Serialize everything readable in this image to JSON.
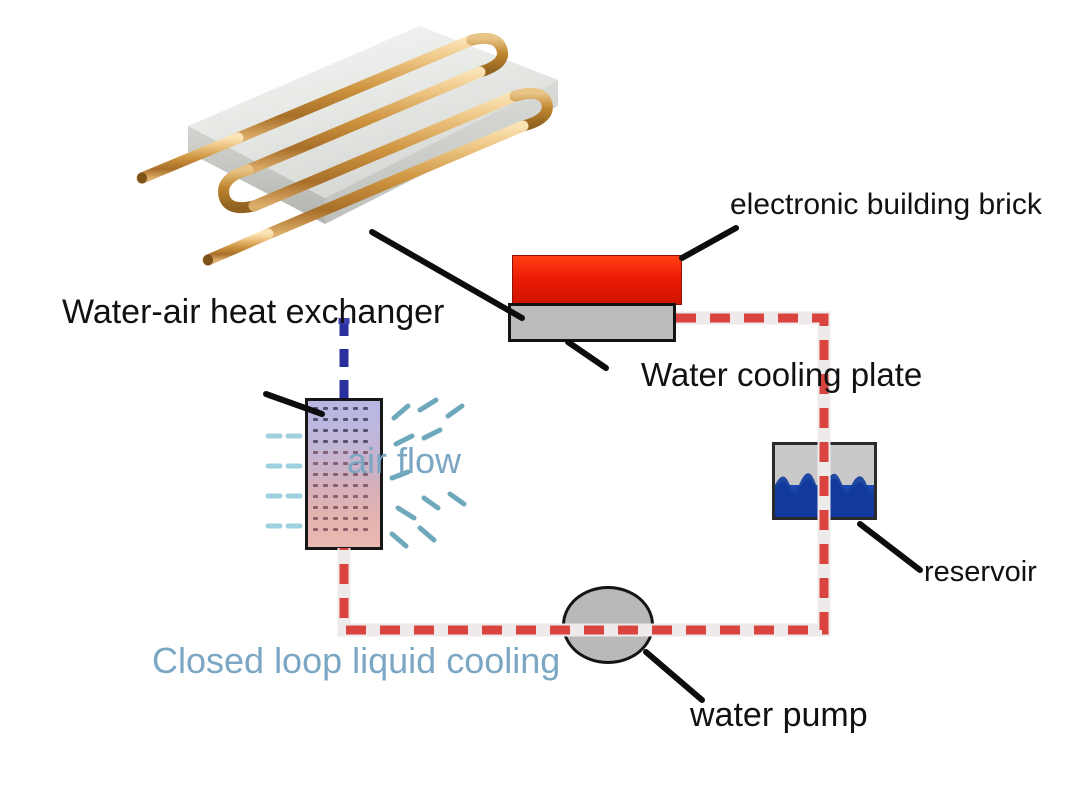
{
  "diagram": {
    "title": "Closed loop liquid cooling system schematic",
    "colors": {
      "loop_liquid": "#d9443f",
      "loop_pipe": "#f0ecec",
      "cool_branch": "#2a2f9e",
      "airflow": "#8ec5d6",
      "brick_red": "#ec1c05",
      "plate_gray": "#bcbcbc",
      "water_blue": "#123a9e",
      "label_blue": "#7ba7c4",
      "label_dark": "#111111"
    }
  },
  "labels": {
    "heat_exchanger": "Water-air heat exchanger",
    "building_brick": "electronic building brick",
    "cooling_plate": "Water cooling plate",
    "reservoir": "reservoir",
    "water_pump": "water pump",
    "air_flow": "air flow",
    "closed_loop": "Closed loop liquid cooling"
  },
  "components": {
    "heat_exchanger_photo": {
      "name": "copper-tube-cold-plate-photo",
      "description": "Aluminium slab with serpentine copper tubing, isometric product photo"
    },
    "building_brick": {
      "name": "electronic-building-brick",
      "state": "hot",
      "color": "#ec1c05"
    },
    "cooling_plate": {
      "name": "water-cooling-plate",
      "color": "#bcbcbc"
    },
    "reservoir": {
      "name": "reservoir-tank",
      "fill_level_percent": 44,
      "wave_crests": 3,
      "water_color": "#123a9e",
      "air_color": "#c9c9c9"
    },
    "radiator": {
      "name": "air-cooled-radiator-core",
      "gradient_top": "#b7b7e2",
      "gradient_bottom": "#eab9b0",
      "note": "blue-to-pink gradient with pin-fin dot matrix"
    },
    "pump": {
      "name": "water-pump",
      "shape": "circle",
      "color": "#b9b9b9"
    }
  },
  "flow": {
    "loop_style": "dashed",
    "direction_note": "liquid circulates brick -> reservoir -> pump -> radiator -> brick",
    "hot_branch_color": "#d9443f",
    "cold_branch_color": "#2a2f9e",
    "airflow_direction": "left to right through radiator"
  }
}
